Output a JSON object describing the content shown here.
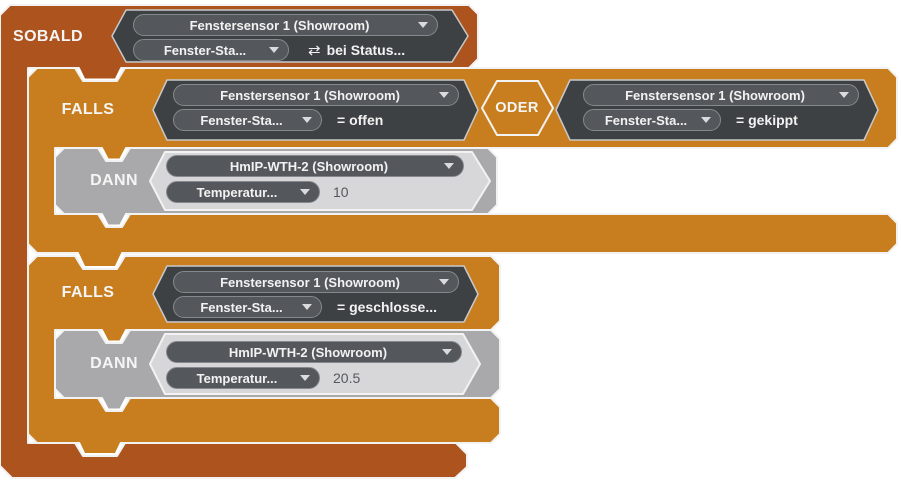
{
  "colors": {
    "outer_block_orange": "#AC531E",
    "inner_block_orange": "#C87E1E",
    "condition_block_gray": "#3E4144",
    "dropdown_pill_gray": "#54585C",
    "action_wrapper_gray": "#A9A9AB",
    "action_slot_gray": "#D7D7D9",
    "seam_white": "#F2F2F2"
  },
  "trigger": {
    "label": "SOBALD",
    "device": "Fenstersensor 1 (Showroom)",
    "datapoint": "Fenster-Sta...",
    "event_icon": "⇄",
    "event": "bei Status..."
  },
  "branch1": {
    "label": "FALLS",
    "operator": "ODER",
    "condition1": {
      "device": "Fenstersensor 1 (Showroom)",
      "datapoint": "Fenster-Sta...",
      "comparison": "= offen"
    },
    "condition2": {
      "device": "Fenstersensor 1 (Showroom)",
      "datapoint": "Fenster-Sta...",
      "comparison": "= gekippt"
    },
    "action": {
      "label": "DANN",
      "device": "HmIP-WTH-2 (Showroom)",
      "datapoint": "Temperatur...",
      "value": "10"
    }
  },
  "branch2": {
    "label": "FALLS",
    "condition1": {
      "device": "Fenstersensor 1 (Showroom)",
      "datapoint": "Fenster-Sta...",
      "comparison": "= geschlosse..."
    },
    "action": {
      "label": "DANN",
      "device": "HmIP-WTH-2 (Showroom)",
      "datapoint": "Temperatur...",
      "value": "20.5"
    }
  }
}
